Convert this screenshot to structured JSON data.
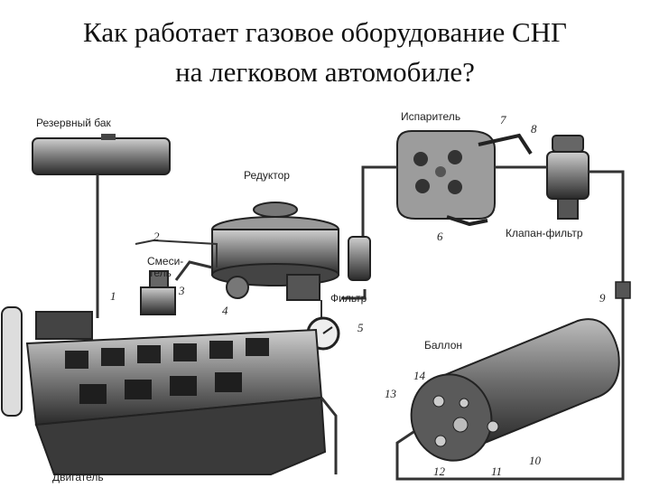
{
  "title": {
    "line1": "Как работает газовое оборудование СНГ",
    "line2": "на легковом автомобиле?"
  },
  "labels": {
    "reserve_tank": "Резервный бак",
    "evaporator": "Испаритель",
    "reducer": "Редуктор",
    "valve_filter": "Клапан-фильтр",
    "mixer_line1": "Смеси-",
    "mixer_line2": "тель",
    "filter": "Фильтр",
    "cylinder": "Баллон",
    "engine": "Двигатель"
  },
  "numbers": {
    "n1": "1",
    "n2": "2",
    "n3": "3",
    "n4": "4",
    "n5": "5",
    "n6": "6",
    "n7": "7",
    "n8": "8",
    "n9": "9",
    "n10": "10",
    "n11": "11",
    "n12": "12",
    "n13": "13",
    "n14": "14"
  }
}
